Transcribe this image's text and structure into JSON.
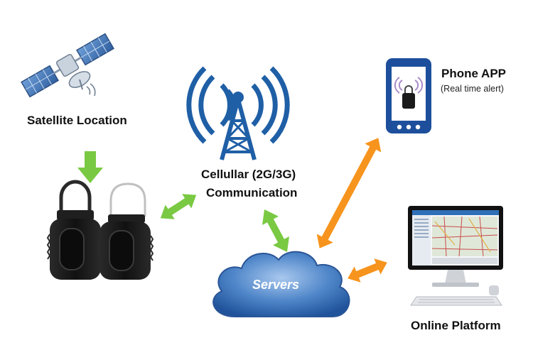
{
  "labels": {
    "satellite": "Satellite Location",
    "cellular_line1": "Cellullar (2G/3G)",
    "cellular_line2": "Communication",
    "phone_app": "Phone APP",
    "phone_sub": "(Real time alert)",
    "servers": "Servers",
    "online_platform": "Online Platform"
  },
  "colors": {
    "arrow_green": "#7ac943",
    "arrow_orange": "#f7941d",
    "tower_blue": "#1f5fa6",
    "phone_blue": "#1d4f9c",
    "cloud_blue": "#3f73b8",
    "lock_body": "#1b1b1b"
  },
  "icons": [
    "satellite-icon",
    "cell-tower-icon",
    "smartphone-icon",
    "padlock-icon",
    "cloud-icon",
    "monitor-icon"
  ]
}
